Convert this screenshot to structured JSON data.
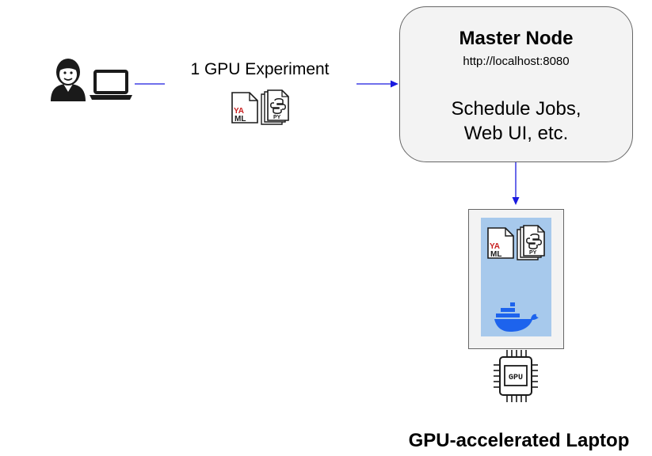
{
  "user": {
    "icon": "user-icon",
    "device_icon": "laptop-icon"
  },
  "experiment": {
    "label": "1 GPU Experiment",
    "files": [
      {
        "icon": "yaml-file-icon",
        "text_top": "YA",
        "text_bottom": "ML"
      },
      {
        "icon": "python-file-icon",
        "text": "PY"
      }
    ]
  },
  "master_node": {
    "title": "Master Node",
    "url": "http://localhost:8080",
    "description_line1": "Schedule Jobs,",
    "description_line2": "Web UI, etc."
  },
  "laptop": {
    "caption": "GPU-accelerated Laptop",
    "container_files": [
      {
        "icon": "yaml-file-icon",
        "text_top": "YA",
        "text_bottom": "ML"
      },
      {
        "icon": "python-file-icon",
        "text": "PY"
      }
    ],
    "runtime_icon": "docker-whale-icon",
    "chip_icon": "gpu-chip-icon",
    "chip_label": "GPU"
  },
  "colors": {
    "arrow": "#1a1adf",
    "container_fill": "#a7c9ec",
    "docker_blue": "#1d63ed",
    "box_fill": "#f3f3f3",
    "box_border": "#666666",
    "yaml_red": "#c81e1e"
  }
}
